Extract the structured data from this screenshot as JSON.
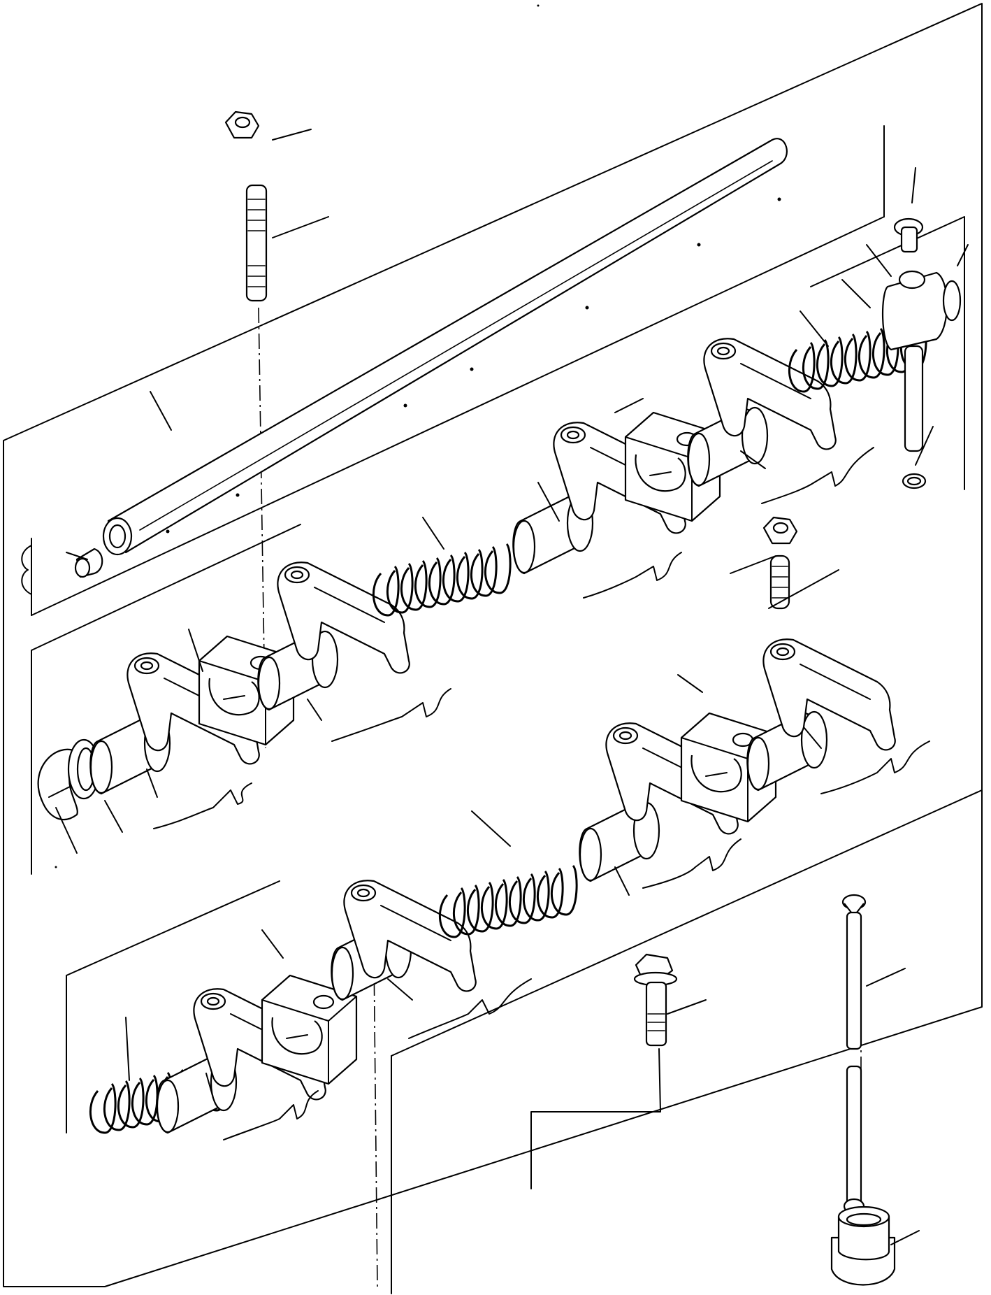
{
  "diagram": {
    "kind": "exploded-parts-view",
    "subject": "rocker-arm-shaft-assembly",
    "labels": [],
    "callout_count": 44
  },
  "icons": {
    "nut": "hex-nut-icon",
    "stud": "threaded-stud-icon",
    "shaft": "rocker-shaft-icon",
    "spring": "coil-spring-icon",
    "rocker": "rocker-arm-icon",
    "bracket": "rocker-bracket-icon",
    "bolt": "flange-bolt-icon",
    "push_rod": "push-rod-icon",
    "tappet": "tappet-icon"
  },
  "colors": {
    "ink": "#000000",
    "paper": "#ffffff"
  }
}
